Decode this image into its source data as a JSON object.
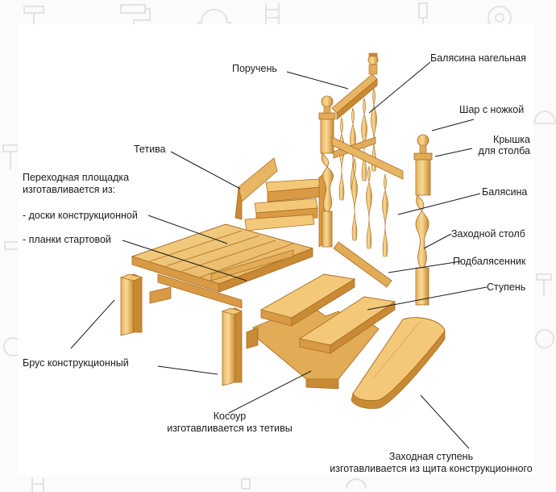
{
  "labels": {
    "poruchen": "Поручень",
    "balyasina_nagelnaya": "Балясина нагельная",
    "shar_s_nozhkoy": "Шар с ножкой",
    "kryshka_1": "Крышка",
    "kryshka_2": "для столба",
    "tetiva": "Тетива",
    "perekhodnaya_1": "Переходная площадка",
    "perekhodnaya_2": "изготавливается из:",
    "doski": "- доски конструкционной",
    "planki": "- планки стартовой",
    "balyasina": "Балясина",
    "zakhodnoy_stolb": "Заходной столб",
    "podbalyasennik": "Подбалясенник",
    "stupen": "Ступень",
    "brus": "Брус конструкционный",
    "kosour_1": "Косоур",
    "kosour_2": "изготавливается из тетивы",
    "zakhodnaya_stupen_1": "Заходная ступень",
    "zakhodnaya_stupen_2": "изготавливается из щита конструкционного"
  },
  "colors": {
    "wood_light": "#f3c979",
    "wood_mid": "#e2ab55",
    "wood_dark": "#c98a34",
    "wood_edge": "#a86d24",
    "leader": "#1a1a1a",
    "bg_icon": "#e6e6e6"
  }
}
